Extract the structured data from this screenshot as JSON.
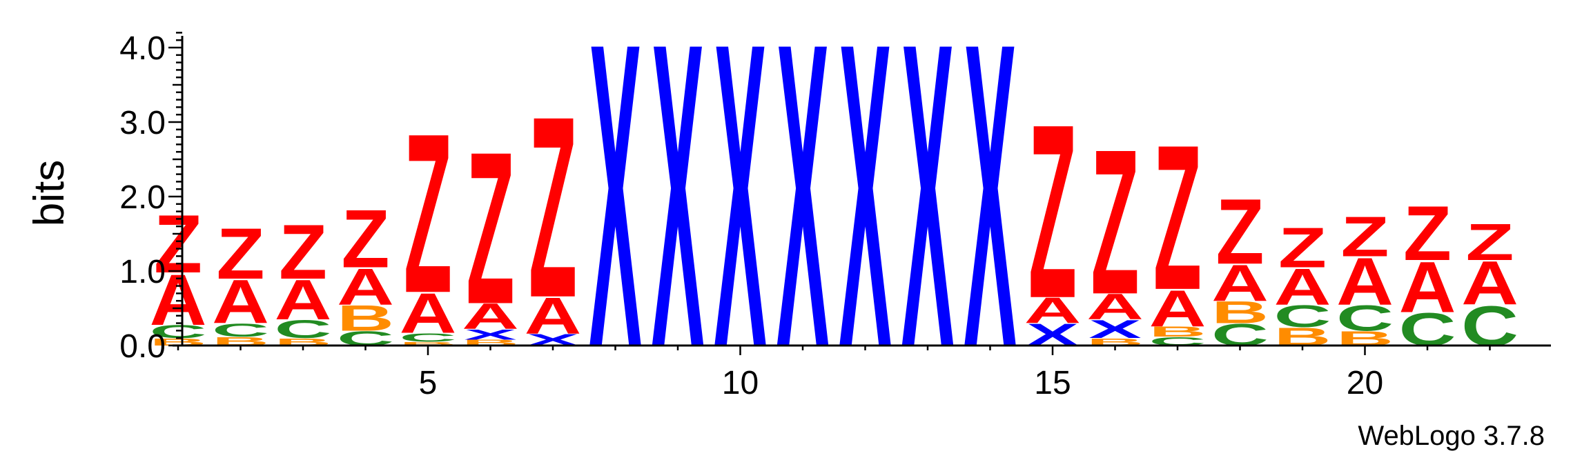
{
  "chart_data": {
    "type": "sequence-logo",
    "ylabel": "bits",
    "ylim": [
      0,
      4.2
    ],
    "y_ticks": [
      "0.0",
      "1.0",
      "2.0",
      "3.0",
      "4.0"
    ],
    "x_ticks": [
      {
        "pos": 5,
        "label": "5"
      },
      {
        "pos": 10,
        "label": "10"
      },
      {
        "pos": 15,
        "label": "15"
      },
      {
        "pos": 20,
        "label": "20"
      }
    ],
    "positions": [
      1,
      22
    ],
    "credit": "WebLogo 3.7.8",
    "colors": {
      "Z": "#ff0000",
      "A": "#ff0000",
      "X": "#0000ff",
      "B": "#ff8c00",
      "C": "#228b22"
    },
    "stacks": [
      [
        {
          "l": "B",
          "h": 0.1
        },
        {
          "l": "C",
          "h": 0.18
        },
        {
          "l": "A",
          "h": 0.7
        },
        {
          "l": "Z",
          "h": 0.8
        }
      ],
      [
        {
          "l": "B",
          "h": 0.12
        },
        {
          "l": "C",
          "h": 0.18
        },
        {
          "l": "A",
          "h": 0.6
        },
        {
          "l": "Z",
          "h": 0.7
        }
      ],
      [
        {
          "l": "B",
          "h": 0.1
        },
        {
          "l": "C",
          "h": 0.25
        },
        {
          "l": "A",
          "h": 0.55
        },
        {
          "l": "Z",
          "h": 0.75
        }
      ],
      [
        {
          "l": "C",
          "h": 0.2
        },
        {
          "l": "B",
          "h": 0.35
        },
        {
          "l": "A",
          "h": 0.5
        },
        {
          "l": "Z",
          "h": 0.8
        }
      ],
      [
        {
          "l": "B",
          "h": 0.05
        },
        {
          "l": "C",
          "h": 0.12
        },
        {
          "l": "A",
          "h": 0.55
        },
        {
          "l": "Z",
          "h": 2.2
        }
      ],
      [
        {
          "l": "B",
          "h": 0.08
        },
        {
          "l": "X",
          "h": 0.14
        },
        {
          "l": "A",
          "h": 0.35
        },
        {
          "l": "Z",
          "h": 2.1
        }
      ],
      [
        {
          "l": "X",
          "h": 0.16
        },
        {
          "l": "A",
          "h": 0.5
        },
        {
          "l": "Z",
          "h": 2.5
        }
      ],
      [
        {
          "l": "X",
          "h": 4.2
        }
      ],
      [
        {
          "l": "X",
          "h": 4.2
        }
      ],
      [
        {
          "l": "X",
          "h": 4.2
        }
      ],
      [
        {
          "l": "X",
          "h": 4.2
        }
      ],
      [
        {
          "l": "X",
          "h": 4.2
        }
      ],
      [
        {
          "l": "X",
          "h": 4.2
        }
      ],
      [
        {
          "l": "X",
          "h": 4.2
        }
      ],
      [
        {
          "l": "X",
          "h": 0.3
        },
        {
          "l": "A",
          "h": 0.35
        },
        {
          "l": "Z",
          "h": 2.4
        }
      ],
      [
        {
          "l": "B",
          "h": 0.1
        },
        {
          "l": "X",
          "h": 0.25
        },
        {
          "l": "A",
          "h": 0.35
        },
        {
          "l": "Z",
          "h": 2.0
        }
      ],
      [
        {
          "l": "C",
          "h": 0.12
        },
        {
          "l": "B",
          "h": 0.14
        },
        {
          "l": "A",
          "h": 0.5
        },
        {
          "l": "Z",
          "h": 2.0
        }
      ],
      [
        {
          "l": "C",
          "h": 0.3
        },
        {
          "l": "B",
          "h": 0.3
        },
        {
          "l": "A",
          "h": 0.5
        },
        {
          "l": "Z",
          "h": 0.9
        }
      ],
      [
        {
          "l": "B",
          "h": 0.25
        },
        {
          "l": "C",
          "h": 0.3
        },
        {
          "l": "A",
          "h": 0.5
        },
        {
          "l": "Z",
          "h": 0.55
        }
      ],
      [
        {
          "l": "B",
          "h": 0.2
        },
        {
          "l": "C",
          "h": 0.35
        },
        {
          "l": "A",
          "h": 0.65
        },
        {
          "l": "Z",
          "h": 0.55
        }
      ],
      [
        {
          "l": "C",
          "h": 0.45
        },
        {
          "l": "A",
          "h": 0.7
        },
        {
          "l": "Z",
          "h": 0.75
        }
      ],
      [
        {
          "l": "C",
          "h": 0.55
        },
        {
          "l": "A",
          "h": 0.6
        },
        {
          "l": "Z",
          "h": 0.5
        }
      ]
    ]
  }
}
